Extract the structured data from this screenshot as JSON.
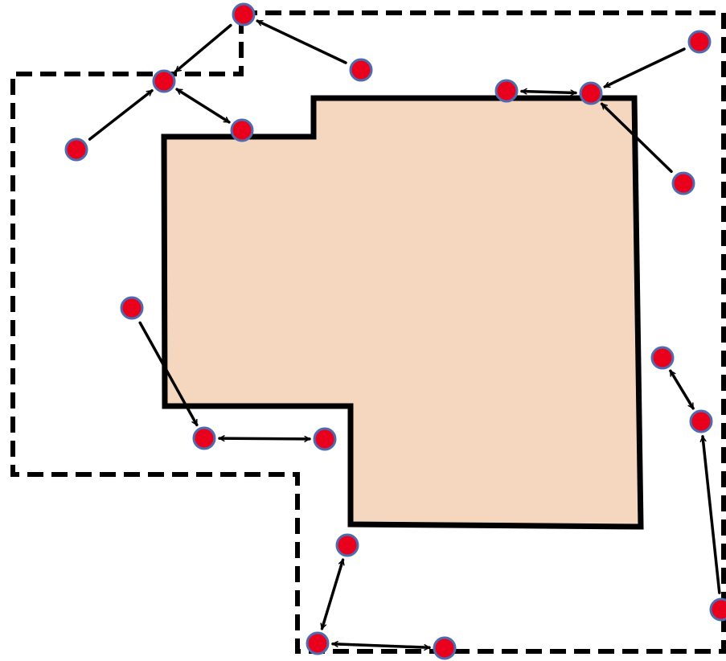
{
  "diagram": {
    "colors": {
      "background": "#ffffff",
      "shape_fill": "#f5d7c0",
      "shape_stroke": "#000000",
      "boundary_stroke": "#000000",
      "point_fill": "#e8001c",
      "point_stroke": "#4f6bb0",
      "arrow": "#000000"
    },
    "points": [
      {
        "id": "p01"
      },
      {
        "id": "p02"
      },
      {
        "id": "p03"
      },
      {
        "id": "p04"
      },
      {
        "id": "p05"
      },
      {
        "id": "p06"
      },
      {
        "id": "p07"
      },
      {
        "id": "p08"
      },
      {
        "id": "p09"
      },
      {
        "id": "p10"
      },
      {
        "id": "p11"
      },
      {
        "id": "p12"
      },
      {
        "id": "p13"
      },
      {
        "id": "p14"
      },
      {
        "id": "p15"
      },
      {
        "id": "p16"
      },
      {
        "id": "p17"
      },
      {
        "id": "p18"
      },
      {
        "id": "p19"
      }
    ],
    "arrows": [
      {
        "from": "p03",
        "to": "p01",
        "kind": "single"
      },
      {
        "from": "p01",
        "to": "p04",
        "kind": "single"
      },
      {
        "from": "p02",
        "to": "p04",
        "kind": "single"
      },
      {
        "from": "p04",
        "to": "p05",
        "kind": "double"
      },
      {
        "from": "p06",
        "to": "p07",
        "kind": "double"
      },
      {
        "from": "p08",
        "to": "p07",
        "kind": "single"
      },
      {
        "from": "p09",
        "to": "p07",
        "kind": "single"
      },
      {
        "from": "p10",
        "to": "p11",
        "kind": "single"
      },
      {
        "from": "p11",
        "to": "p12",
        "kind": "double"
      },
      {
        "from": "p13",
        "to": "p14",
        "kind": "double"
      },
      {
        "from": "p15",
        "to": "p16",
        "kind": "single"
      },
      {
        "from": "p17",
        "to": "p18",
        "kind": "double"
      },
      {
        "from": "p18",
        "to": "p19",
        "kind": "double"
      }
    ]
  }
}
